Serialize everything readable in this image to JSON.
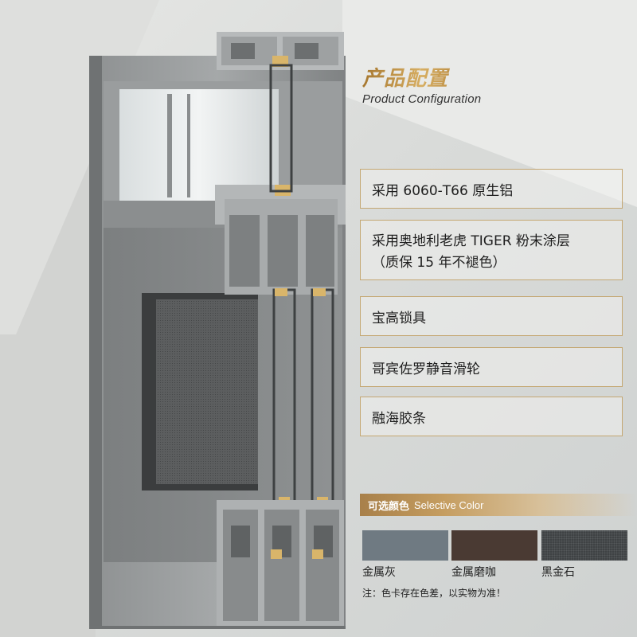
{
  "header": {
    "title_cn": "产品配置",
    "title_en": "Product Configuration"
  },
  "specs": [
    {
      "label": "采用 6060-T66 原生铝"
    },
    {
      "label": "采用奥地利老虎 TIGER 粉末涂层",
      "sub": "（质保 15 年不褪色）"
    },
    {
      "label": "宝高锁具"
    },
    {
      "label": "哥宾佐罗静音滑轮"
    },
    {
      "label": "融海胶条"
    }
  ],
  "colors": {
    "header_cn": "可选颜色",
    "header_en": "Selective Color",
    "swatches": [
      {
        "name": "金属灰",
        "color": "#6f7a82"
      },
      {
        "name": "金属磨咖",
        "color": "#4a3a33"
      },
      {
        "name": "黑金石",
        "color": "#3f4244"
      }
    ]
  },
  "note": "注：色卡存在色差，以实物为准！"
}
